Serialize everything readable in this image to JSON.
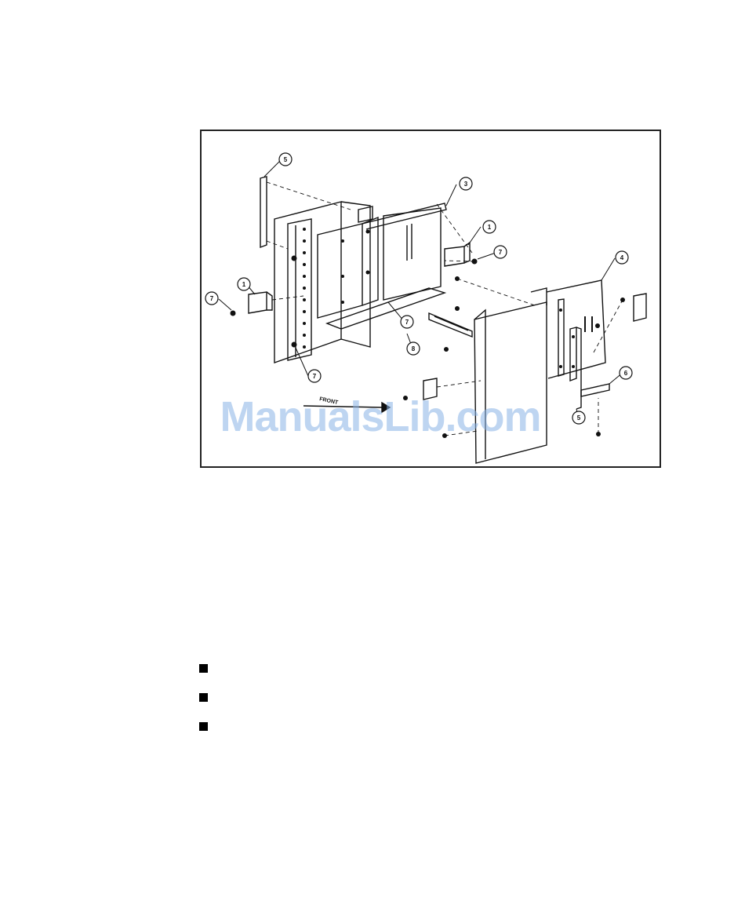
{
  "figure": {
    "callouts": [
      "5",
      "3",
      "1",
      "7",
      "4",
      "1",
      "7",
      "7",
      "7",
      "8",
      "6",
      "5"
    ],
    "arrow_label": "FRONT"
  },
  "watermark": {
    "text": "ManualsLib.com"
  },
  "bullets": {
    "count": 3
  }
}
